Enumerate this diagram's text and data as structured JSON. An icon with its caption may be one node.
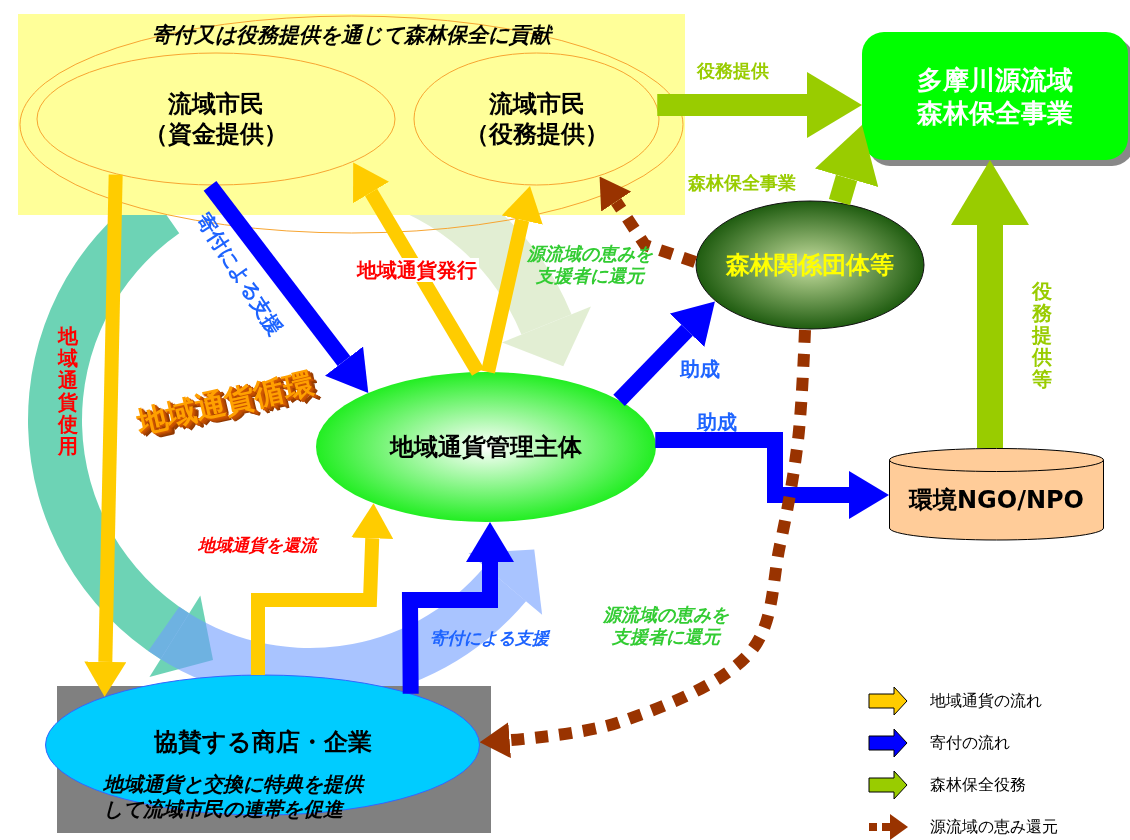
{
  "diagram": {
    "nodes": [
      {
        "text": [
          "寄付又は役務提供を通じて森林保全に貢献"
        ]
      },
      {
        "text": [
          "流域市民（資金提供）"
        ],
        "in": 0
      },
      {
        "text": [
          "流域市民（役務提供）"
        ],
        "in": 0
      },
      {
        "text": [
          "多摩川源流域森林保全事業"
        ]
      },
      {
        "text": [
          "森林関係団体等"
        ]
      },
      {
        "text": [
          "地域通貨管理主体"
        ]
      },
      {
        "text": [
          "環境NGO/NPO"
        ]
      },
      {
        "text": [
          "協賛する商店・企業",
          "地域通貨と交換に特典を提供して流域市民の連帯を促進"
        ]
      }
    ],
    "edges": [
      {
        "from": 1,
        "to": 7,
        "arrow": "to",
        "label": "地域通貨使用",
        "color": "#ffcc00"
      },
      {
        "from": 1,
        "to": 5,
        "arrow": "to",
        "label": "寄付による支援",
        "color": "#0000ff"
      },
      {
        "from": 5,
        "to": 1,
        "arrow": "to",
        "label": "地域通貨発行",
        "color": "#ffcc00"
      },
      {
        "from": 5,
        "to": 2,
        "arrow": "to",
        "color": "#ffcc00"
      },
      {
        "from": 7,
        "to": 5,
        "arrow": "to",
        "label": "地域通貨を還流",
        "color": "#ffcc00"
      },
      {
        "from": 7,
        "to": 5,
        "arrow": "to",
        "label": "寄付による支援",
        "color": "#0000ff"
      },
      {
        "from": 5,
        "to": 4,
        "arrow": "to",
        "label": "助成",
        "color": "#0000ff"
      },
      {
        "from": 5,
        "to": 6,
        "arrow": "to",
        "label": "助成",
        "color": "#0000ff"
      },
      {
        "from": 2,
        "to": 3,
        "arrow": "to",
        "label": "役務提供",
        "color": "#99cc00"
      },
      {
        "from": 4,
        "to": 3,
        "arrow": "to",
        "label": "森林保全事業",
        "color": "#99cc00"
      },
      {
        "from": 6,
        "to": 3,
        "arrow": "to",
        "label": "役務提供等",
        "color": "#99cc00"
      },
      {
        "from": 4,
        "to": 2,
        "arrow": "to",
        "label": "源流域の恵みを支援者に還元",
        "style": "dashed",
        "color": "#993300"
      },
      {
        "from": 4,
        "to": 7,
        "arrow": "to",
        "label": "源流域の恵みを支援者に還元",
        "style": "dashed",
        "color": "#993300"
      }
    ],
    "labels": [
      "地域通貨循環"
    ],
    "legend": [
      {
        "text": "地域通貨の流れ",
        "color": "#ffcc00"
      },
      {
        "text": "寄付の流れ",
        "color": "#0000ff"
      },
      {
        "text": "森林保全役務",
        "color": "#99cc00"
      },
      {
        "text": "源流域の恵み還元"
      }
    ]
  }
}
